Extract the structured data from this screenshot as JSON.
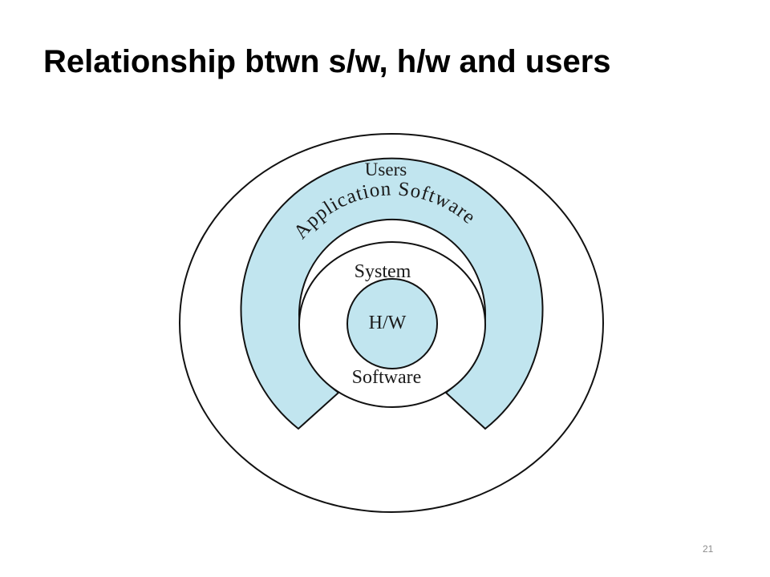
{
  "slide": {
    "title": "Relationship btwn s/w, h/w and users",
    "page_number": "21"
  },
  "diagram": {
    "outer_ring_label": "Users",
    "arc_label": "Application Software",
    "inner_ring_label_top": "System",
    "inner_ring_label_bottom": "Software",
    "core_label": "H/W",
    "colors": {
      "fill": "#c1e5ef",
      "stroke": "#111111",
      "background": "#ffffff"
    }
  }
}
